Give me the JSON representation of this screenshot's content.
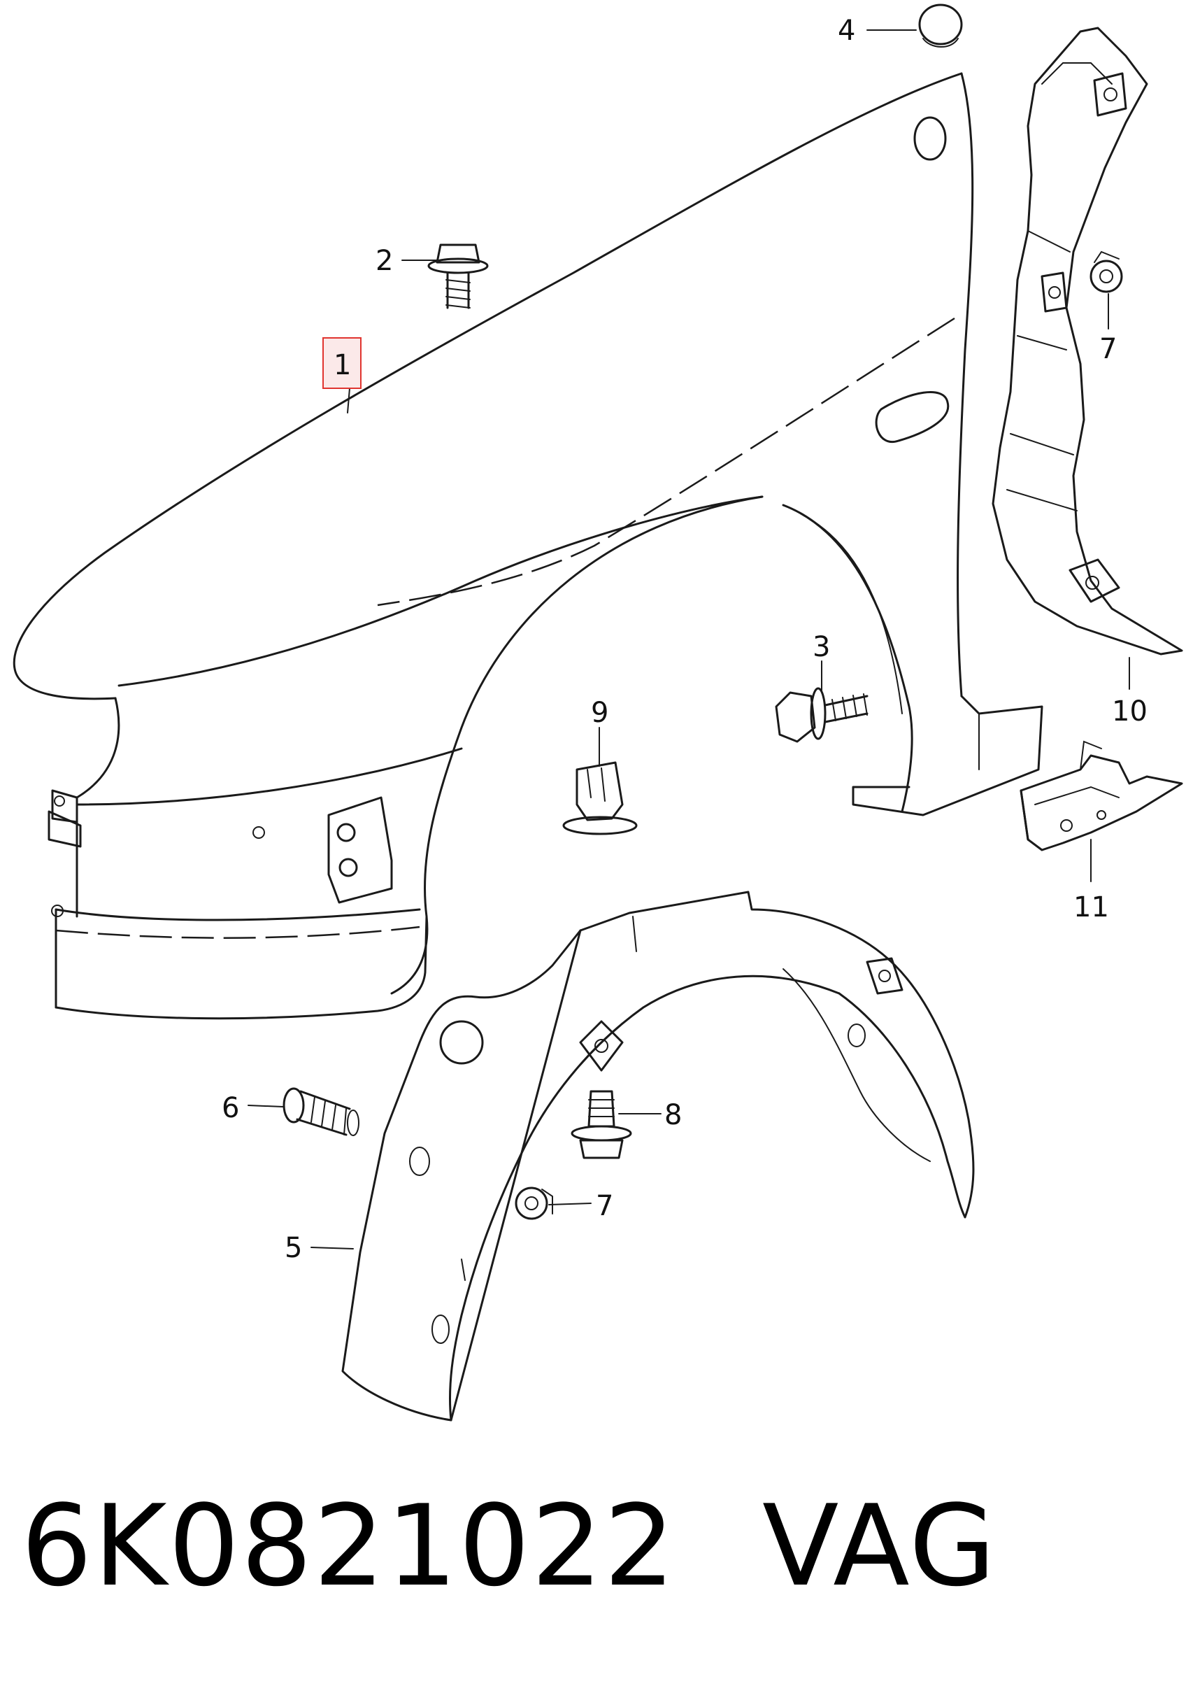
{
  "diagram": {
    "callouts": [
      {
        "id": "1",
        "label": "1",
        "highlighted": true
      },
      {
        "id": "2",
        "label": "2"
      },
      {
        "id": "3",
        "label": "3"
      },
      {
        "id": "4",
        "label": "4"
      },
      {
        "id": "5",
        "label": "5"
      },
      {
        "id": "6",
        "label": "6"
      },
      {
        "id": "7a",
        "label": "7"
      },
      {
        "id": "7b",
        "label": "7"
      },
      {
        "id": "8",
        "label": "8"
      },
      {
        "id": "9",
        "label": "9"
      },
      {
        "id": "10",
        "label": "10"
      },
      {
        "id": "11",
        "label": "11"
      }
    ],
    "highlight_color": "#e0342f",
    "line_color": "#1a1a1a"
  },
  "footer": {
    "part_number": "6K0821022",
    "brand": "VAG"
  }
}
